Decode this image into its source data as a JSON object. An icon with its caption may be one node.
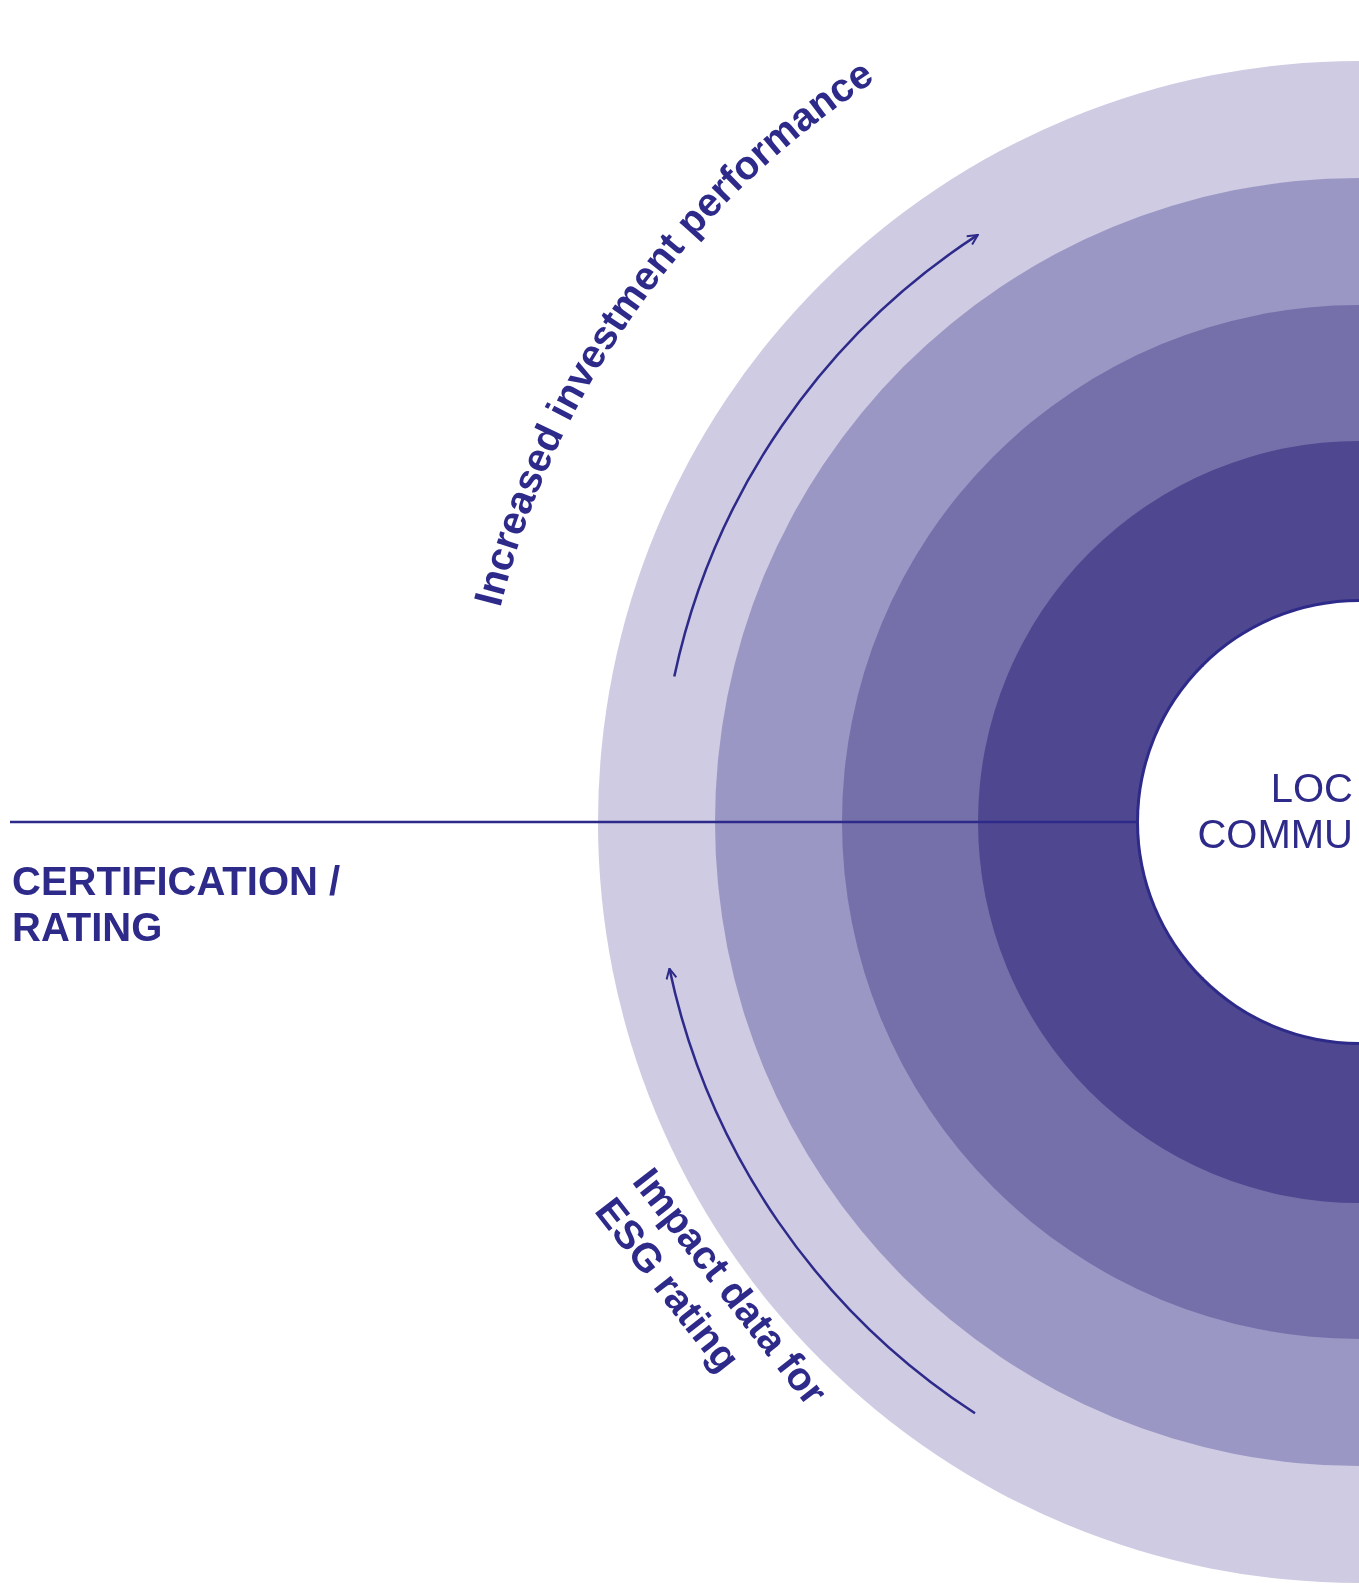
{
  "diagram": {
    "nodes": [
      {
        "text": [],
        "shape": "circle"
      },
      {
        "text": [],
        "shape": "circle",
        "in": 0
      },
      {
        "text": [],
        "shape": "circle",
        "in": 1
      },
      {
        "text": [],
        "shape": "circle",
        "in": 2
      },
      {
        "text": [
          "LOC COMMU"
        ],
        "in": 3
      },
      {
        "text": [
          "CERTIFICATION / RATING"
        ]
      }
    ],
    "edges": [
      {
        "from": 5,
        "to": 4,
        "arrow": "none"
      }
    ],
    "labels": [
      "Increased investment performance",
      "Impact data for ESG rating"
    ]
  }
}
